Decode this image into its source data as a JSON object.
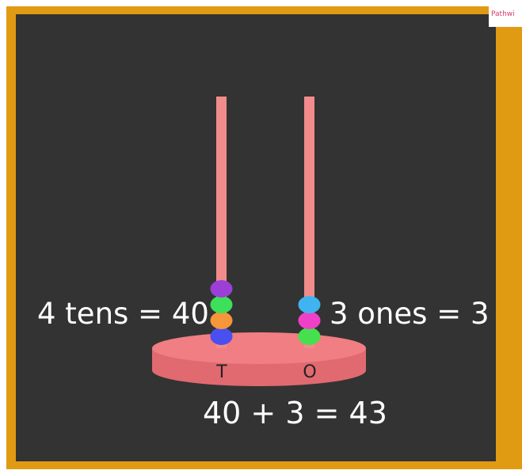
{
  "corner_tag": "Pathwi",
  "colors": {
    "board": "#333333",
    "frame": "#e09b12",
    "rod": "#f28b8b",
    "base_top": "#f07e82",
    "base_side": "#e06a6f"
  },
  "abacus": {
    "columns": [
      {
        "label": "T",
        "count": 4,
        "bead_colors": [
          "#4a4ff0",
          "#f5963a",
          "#3de05a",
          "#9b3fd6"
        ]
      },
      {
        "label": "O",
        "count": 3,
        "bead_colors": [
          "#45e04e",
          "#f040c8",
          "#3fb4f0"
        ]
      }
    ]
  },
  "labels": {
    "tens": "4 tens = 40",
    "ones": "3 ones = 3",
    "sum": "40 + 3 = 43"
  }
}
